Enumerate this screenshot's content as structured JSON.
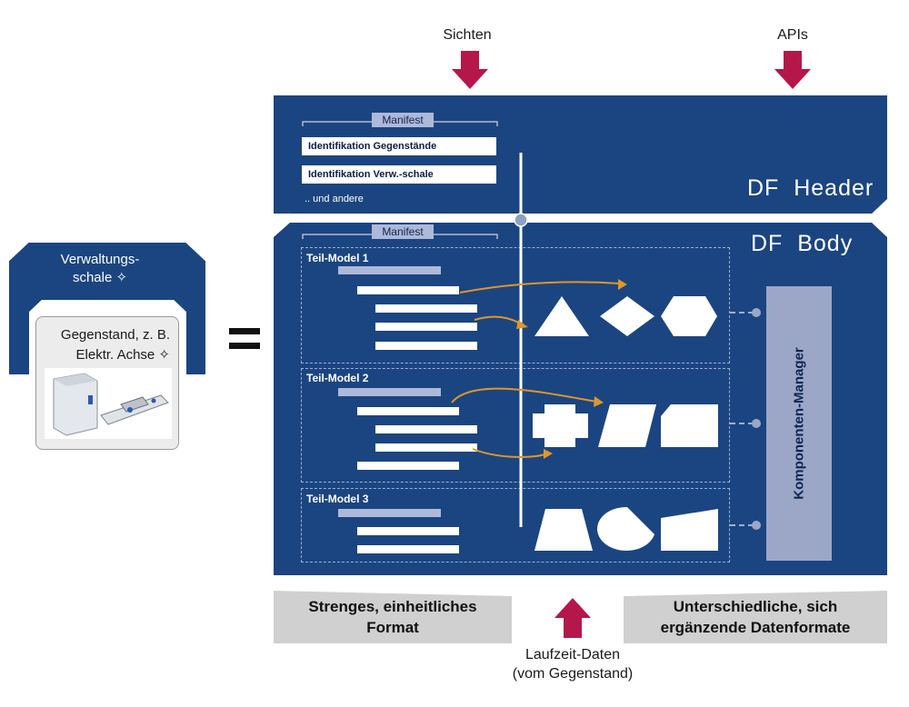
{
  "top": {
    "sichten": "Sichten",
    "apis": "APIs"
  },
  "left": {
    "verwaltungsschale": "Verwaltungs-\nschale ✧",
    "gegenstand": "Gegenstand, z. B.\nElektr. Achse ✧"
  },
  "equals": "=",
  "header": {
    "manifest": "Manifest",
    "id_gegenstaende": "Identifikation Gegenstände",
    "id_verwaltungsschale": "Identifikation Verw.-schale",
    "und_andere": ".. und andere",
    "title": "DF  Header"
  },
  "body": {
    "manifest": "Manifest",
    "title": "DF  Body",
    "teil1": "Teil-Model 1",
    "teil2": "Teil-Model 2",
    "teil3": "Teil-Model 3",
    "komponenten_manager": "Komponenten-Manager"
  },
  "bottom": {
    "left": "Strenges, einheitliches\nFormat",
    "right": "Unterschiedliche, sich\nergänzende Datenformate",
    "laufzeit": "Laufzeit-Daten\n(vom Gegenstand)"
  },
  "colors": {
    "blue": "#1b4580",
    "crimson": "#b5174a",
    "orange": "#e0962a",
    "grey": "#d0d0d0",
    "lavender": "#9ca7c8"
  }
}
